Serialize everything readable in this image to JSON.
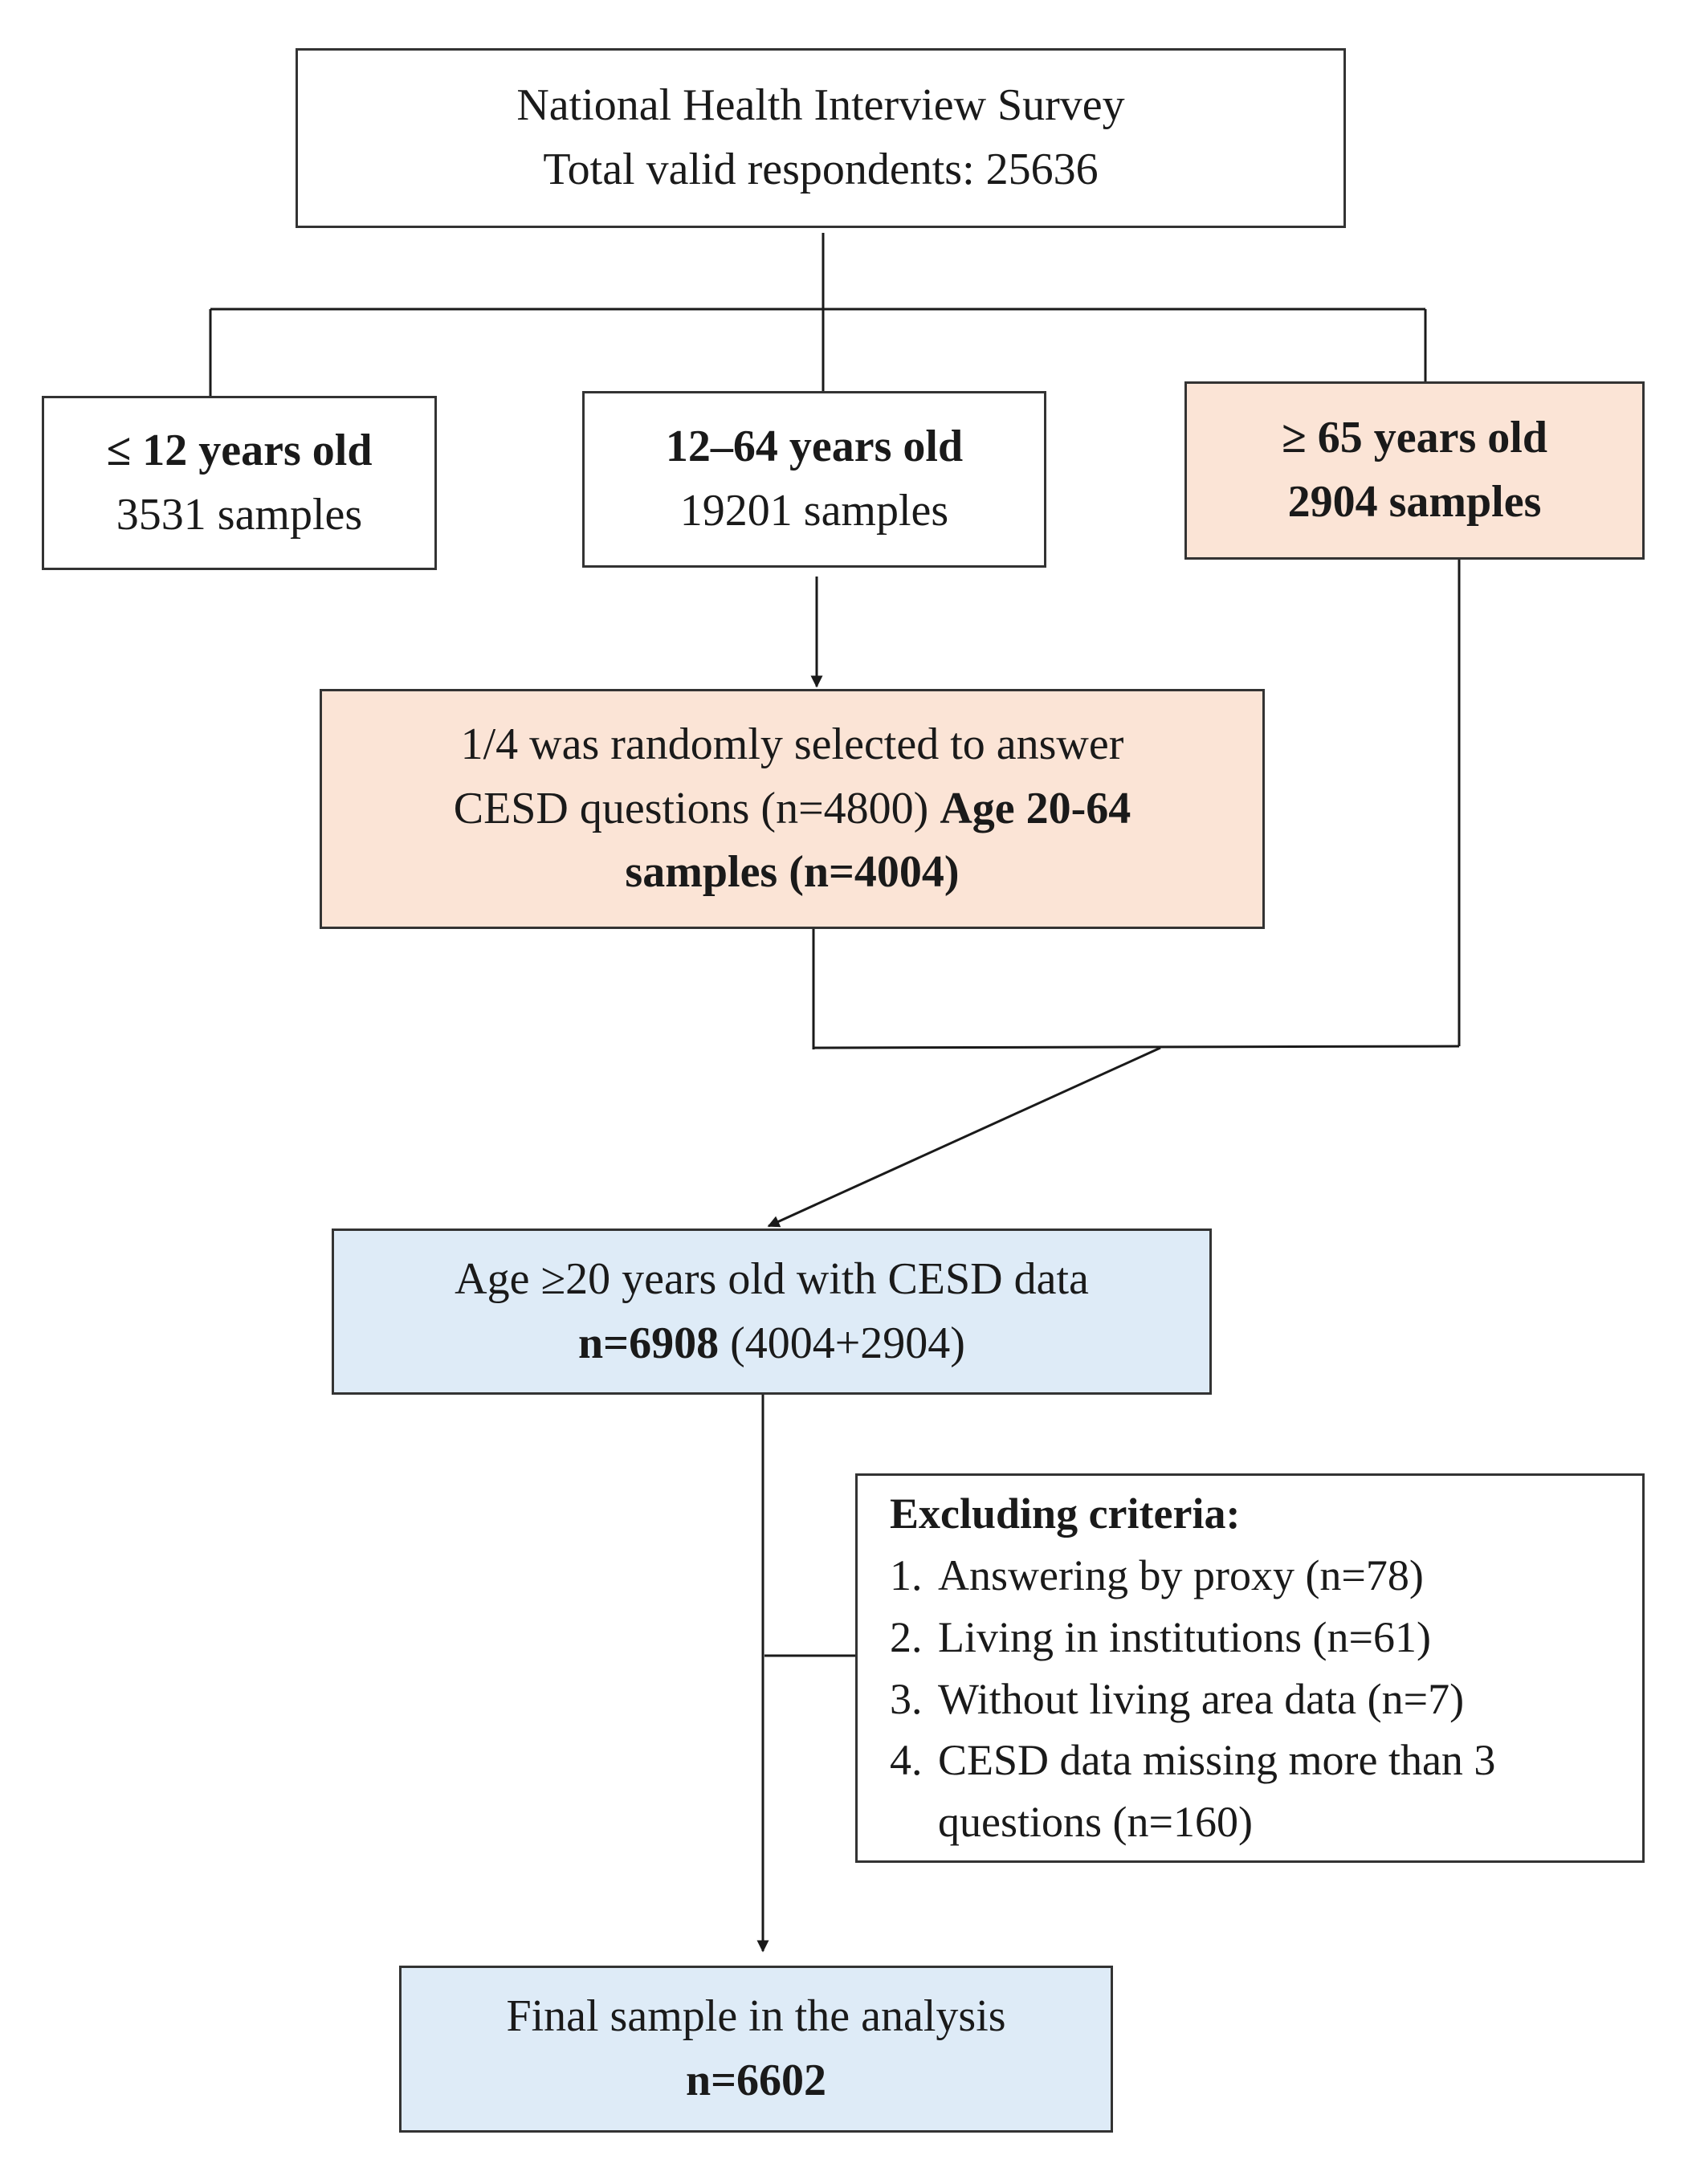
{
  "root": {
    "line1": "National Health Interview Survey",
    "line2": "Total valid respondents: 25636"
  },
  "group_under12": {
    "label": "≤ 12 years old",
    "count": "3531 samples"
  },
  "group_12_64": {
    "label": "12–64 years old",
    "count": "19201 samples"
  },
  "group_65plus": {
    "label": "≥ 65 years old",
    "count": "2904 samples"
  },
  "cesd_selection": {
    "line1": "1/4 was randomly selected to answer",
    "line2_normal": "CESD questions (n=4800)",
    "line2_bold": "Age 20-64",
    "line3_bold": "samples (n=4004)"
  },
  "combined": {
    "line1": "Age ≥20 years old with CESD data",
    "n_bold": "n=6908",
    "n_detail": "(4004+2904)"
  },
  "exclusion": {
    "title": "Excluding criteria:",
    "items": [
      {
        "num": "1.",
        "text": "Answering by proxy (n=78)"
      },
      {
        "num": "2.",
        "text": "Living in institutions (n=61)"
      },
      {
        "num": "3.",
        "text": "Without living area data (n=7)"
      },
      {
        "num": "4.",
        "text": "CESD data missing more than 3"
      }
    ],
    "item4_continuation": "questions (n=160)"
  },
  "final": {
    "line1": "Final sample in the analysis",
    "n_bold": "n=6602"
  }
}
